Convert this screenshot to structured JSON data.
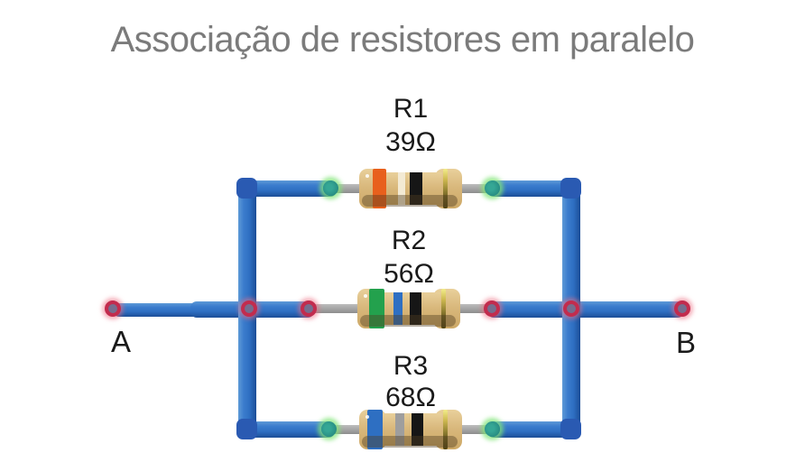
{
  "title": {
    "text": "Associação de resistores em paralelo",
    "color": "#7b7b7b"
  },
  "terminals": {
    "left_label": "A",
    "right_label": "B"
  },
  "resistors": [
    {
      "name": "R1",
      "value": "39Ω",
      "band_colors": [
        "#e8601c",
        "#f3ead4",
        "#161616",
        "#cdb84f"
      ]
    },
    {
      "name": "R2",
      "value": "56Ω",
      "band_colors": [
        "#23a14d",
        "#2e6fc2",
        "#161616",
        "#cdb84f"
      ]
    },
    {
      "name": "R3",
      "value": "68Ω",
      "band_colors": [
        "#2e6fc2",
        "#9e9e9e",
        "#161616",
        "#cdb84f"
      ]
    }
  ],
  "colors": {
    "wire_blue": "#2e6fc2",
    "wire_blue_dark": "#1c4e97",
    "wire_blue_light": "#5e9ad7",
    "wire_corner": "#2a5ab2",
    "lead_gray": "#a3a3a3",
    "resistor_body": "#d8b77b",
    "node_green": "#2b9487",
    "node_green_glow": "#8ce98c",
    "node_red_ring": "#c22c4e",
    "node_red_core": "#766d8e",
    "label_color": "#1a1a1a"
  }
}
